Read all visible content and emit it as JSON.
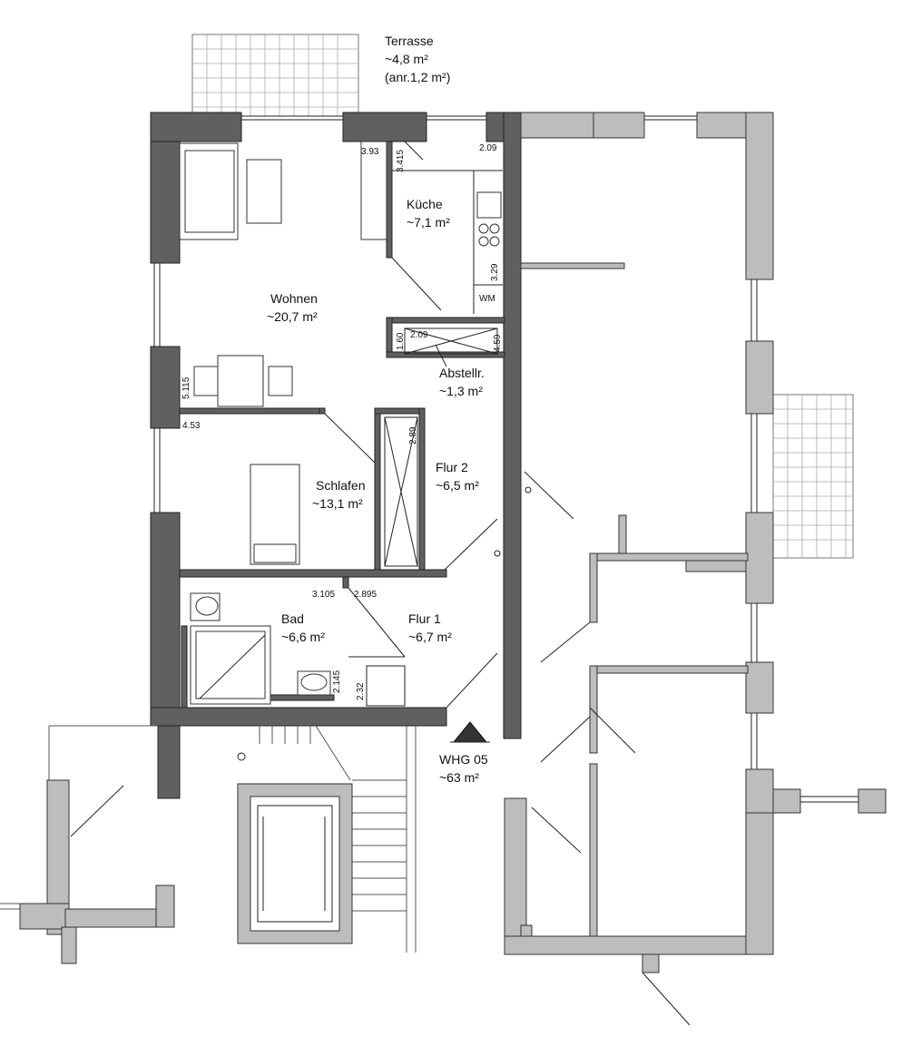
{
  "rooms": {
    "terrasse": {
      "name": "Terrasse",
      "area": "~4,8 m²",
      "note": "(anr.1,2 m²)"
    },
    "kueche": {
      "name": "Küche",
      "area": "~7,1 m²"
    },
    "wohnen": {
      "name": "Wohnen",
      "area": "~20,7 m²"
    },
    "abstellr": {
      "name": "Abstellr.",
      "area": "~1,3 m²"
    },
    "schlafen": {
      "name": "Schlafen",
      "area": "~13,1 m²"
    },
    "flur2": {
      "name": "Flur 2",
      "area": "~6,5 m²"
    },
    "bad": {
      "name": "Bad",
      "area": "~6,6 m²"
    },
    "flur1": {
      "name": "Flur 1",
      "area": "~6,7 m²"
    }
  },
  "apartment": {
    "name": "WHG 05",
    "area": "~63 m²"
  },
  "dimensions": {
    "d393": "3.93",
    "d3415": "3.415",
    "d209a": "2.09",
    "d329": "3.29",
    "wm": "WM",
    "d160": "1.60",
    "d209b": "2.09",
    "d459": "4.59",
    "d5115": "5.115",
    "d453": "4.53",
    "d289": "2.89",
    "d3105": "3.105",
    "d2895": "2.895",
    "d2145": "2.145",
    "d232": "2.32"
  }
}
